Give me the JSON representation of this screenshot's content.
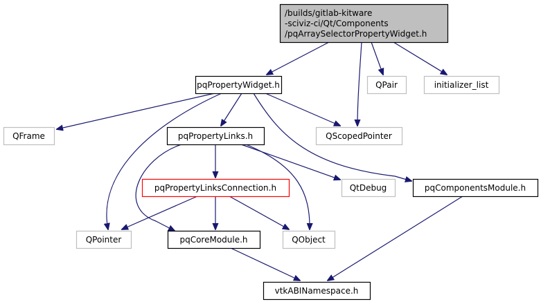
{
  "diagram": {
    "type": "include-dependency-graph",
    "colors": {
      "edge": "#191970",
      "root_fill": "#bfbfbf",
      "root_border": "#000000",
      "documented_border": "#000000",
      "external_border": "#bfbfbf",
      "truncated_border": "#ff0000"
    },
    "nodes": [
      {
        "id": "root",
        "lines": [
          "/builds/gitlab-kitware",
          "-sciviz-ci/Qt/Components",
          "/pqArraySelectorPropertyWidget.h"
        ],
        "kind": "root"
      },
      {
        "id": "pqPropertyWidget",
        "lines": [
          "pqPropertyWidget.h"
        ],
        "kind": "documented"
      },
      {
        "id": "QPair",
        "lines": [
          "QPair"
        ],
        "kind": "external"
      },
      {
        "id": "initializer_list",
        "lines": [
          "initializer_list"
        ],
        "kind": "external"
      },
      {
        "id": "QFrame",
        "lines": [
          "QFrame"
        ],
        "kind": "external"
      },
      {
        "id": "pqPropertyLinks",
        "lines": [
          "pqPropertyLinks.h"
        ],
        "kind": "documented"
      },
      {
        "id": "QScopedPointer",
        "lines": [
          "QScopedPointer"
        ],
        "kind": "external"
      },
      {
        "id": "pqPropertyLinksConnection",
        "lines": [
          "pqPropertyLinksConnection.h"
        ],
        "kind": "truncated"
      },
      {
        "id": "QtDebug",
        "lines": [
          "QtDebug"
        ],
        "kind": "external"
      },
      {
        "id": "pqComponentsModule",
        "lines": [
          "pqComponentsModule.h"
        ],
        "kind": "documented"
      },
      {
        "id": "QPointer",
        "lines": [
          "QPointer"
        ],
        "kind": "external"
      },
      {
        "id": "pqCoreModule",
        "lines": [
          "pqCoreModule.h"
        ],
        "kind": "documented"
      },
      {
        "id": "QObject",
        "lines": [
          "QObject"
        ],
        "kind": "external"
      },
      {
        "id": "vtkABINamespace",
        "lines": [
          "vtkABINamespace.h"
        ],
        "kind": "documented"
      }
    ],
    "edges": [
      {
        "from": "root",
        "to": "pqPropertyWidget"
      },
      {
        "from": "root",
        "to": "QScopedPointer"
      },
      {
        "from": "root",
        "to": "QPair"
      },
      {
        "from": "root",
        "to": "initializer_list"
      },
      {
        "from": "pqPropertyWidget",
        "to": "QFrame"
      },
      {
        "from": "pqPropertyWidget",
        "to": "pqPropertyLinks"
      },
      {
        "from": "pqPropertyWidget",
        "to": "QScopedPointer"
      },
      {
        "from": "pqPropertyWidget",
        "to": "pqComponentsModule"
      },
      {
        "from": "pqPropertyWidget",
        "to": "QPointer"
      },
      {
        "from": "pqPropertyLinks",
        "to": "pqPropertyLinksConnection"
      },
      {
        "from": "pqPropertyLinks",
        "to": "QtDebug"
      },
      {
        "from": "pqPropertyLinks",
        "to": "pqCoreModule"
      },
      {
        "from": "pqPropertyLinks",
        "to": "QObject"
      },
      {
        "from": "pqPropertyLinksConnection",
        "to": "QPointer"
      },
      {
        "from": "pqPropertyLinksConnection",
        "to": "pqCoreModule"
      },
      {
        "from": "pqPropertyLinksConnection",
        "to": "QObject"
      },
      {
        "from": "pqCoreModule",
        "to": "vtkABINamespace"
      },
      {
        "from": "pqComponentsModule",
        "to": "vtkABINamespace"
      }
    ]
  }
}
